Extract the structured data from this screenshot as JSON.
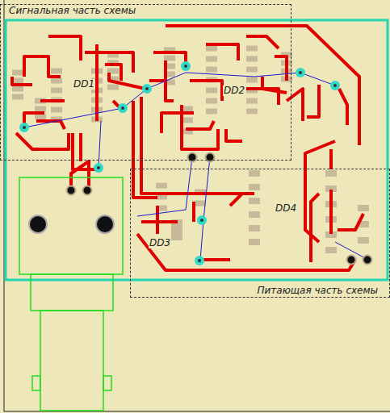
{
  "diagram": {
    "nodes": [
      {
        "text": [
          "Сигнальная часть схемы"
        ]
      },
      {
        "text": [
          "Питающая часть схемы"
        ]
      }
    ],
    "labels": [
      "DD1",
      "DD2",
      "DD3",
      "DD4"
    ]
  }
}
